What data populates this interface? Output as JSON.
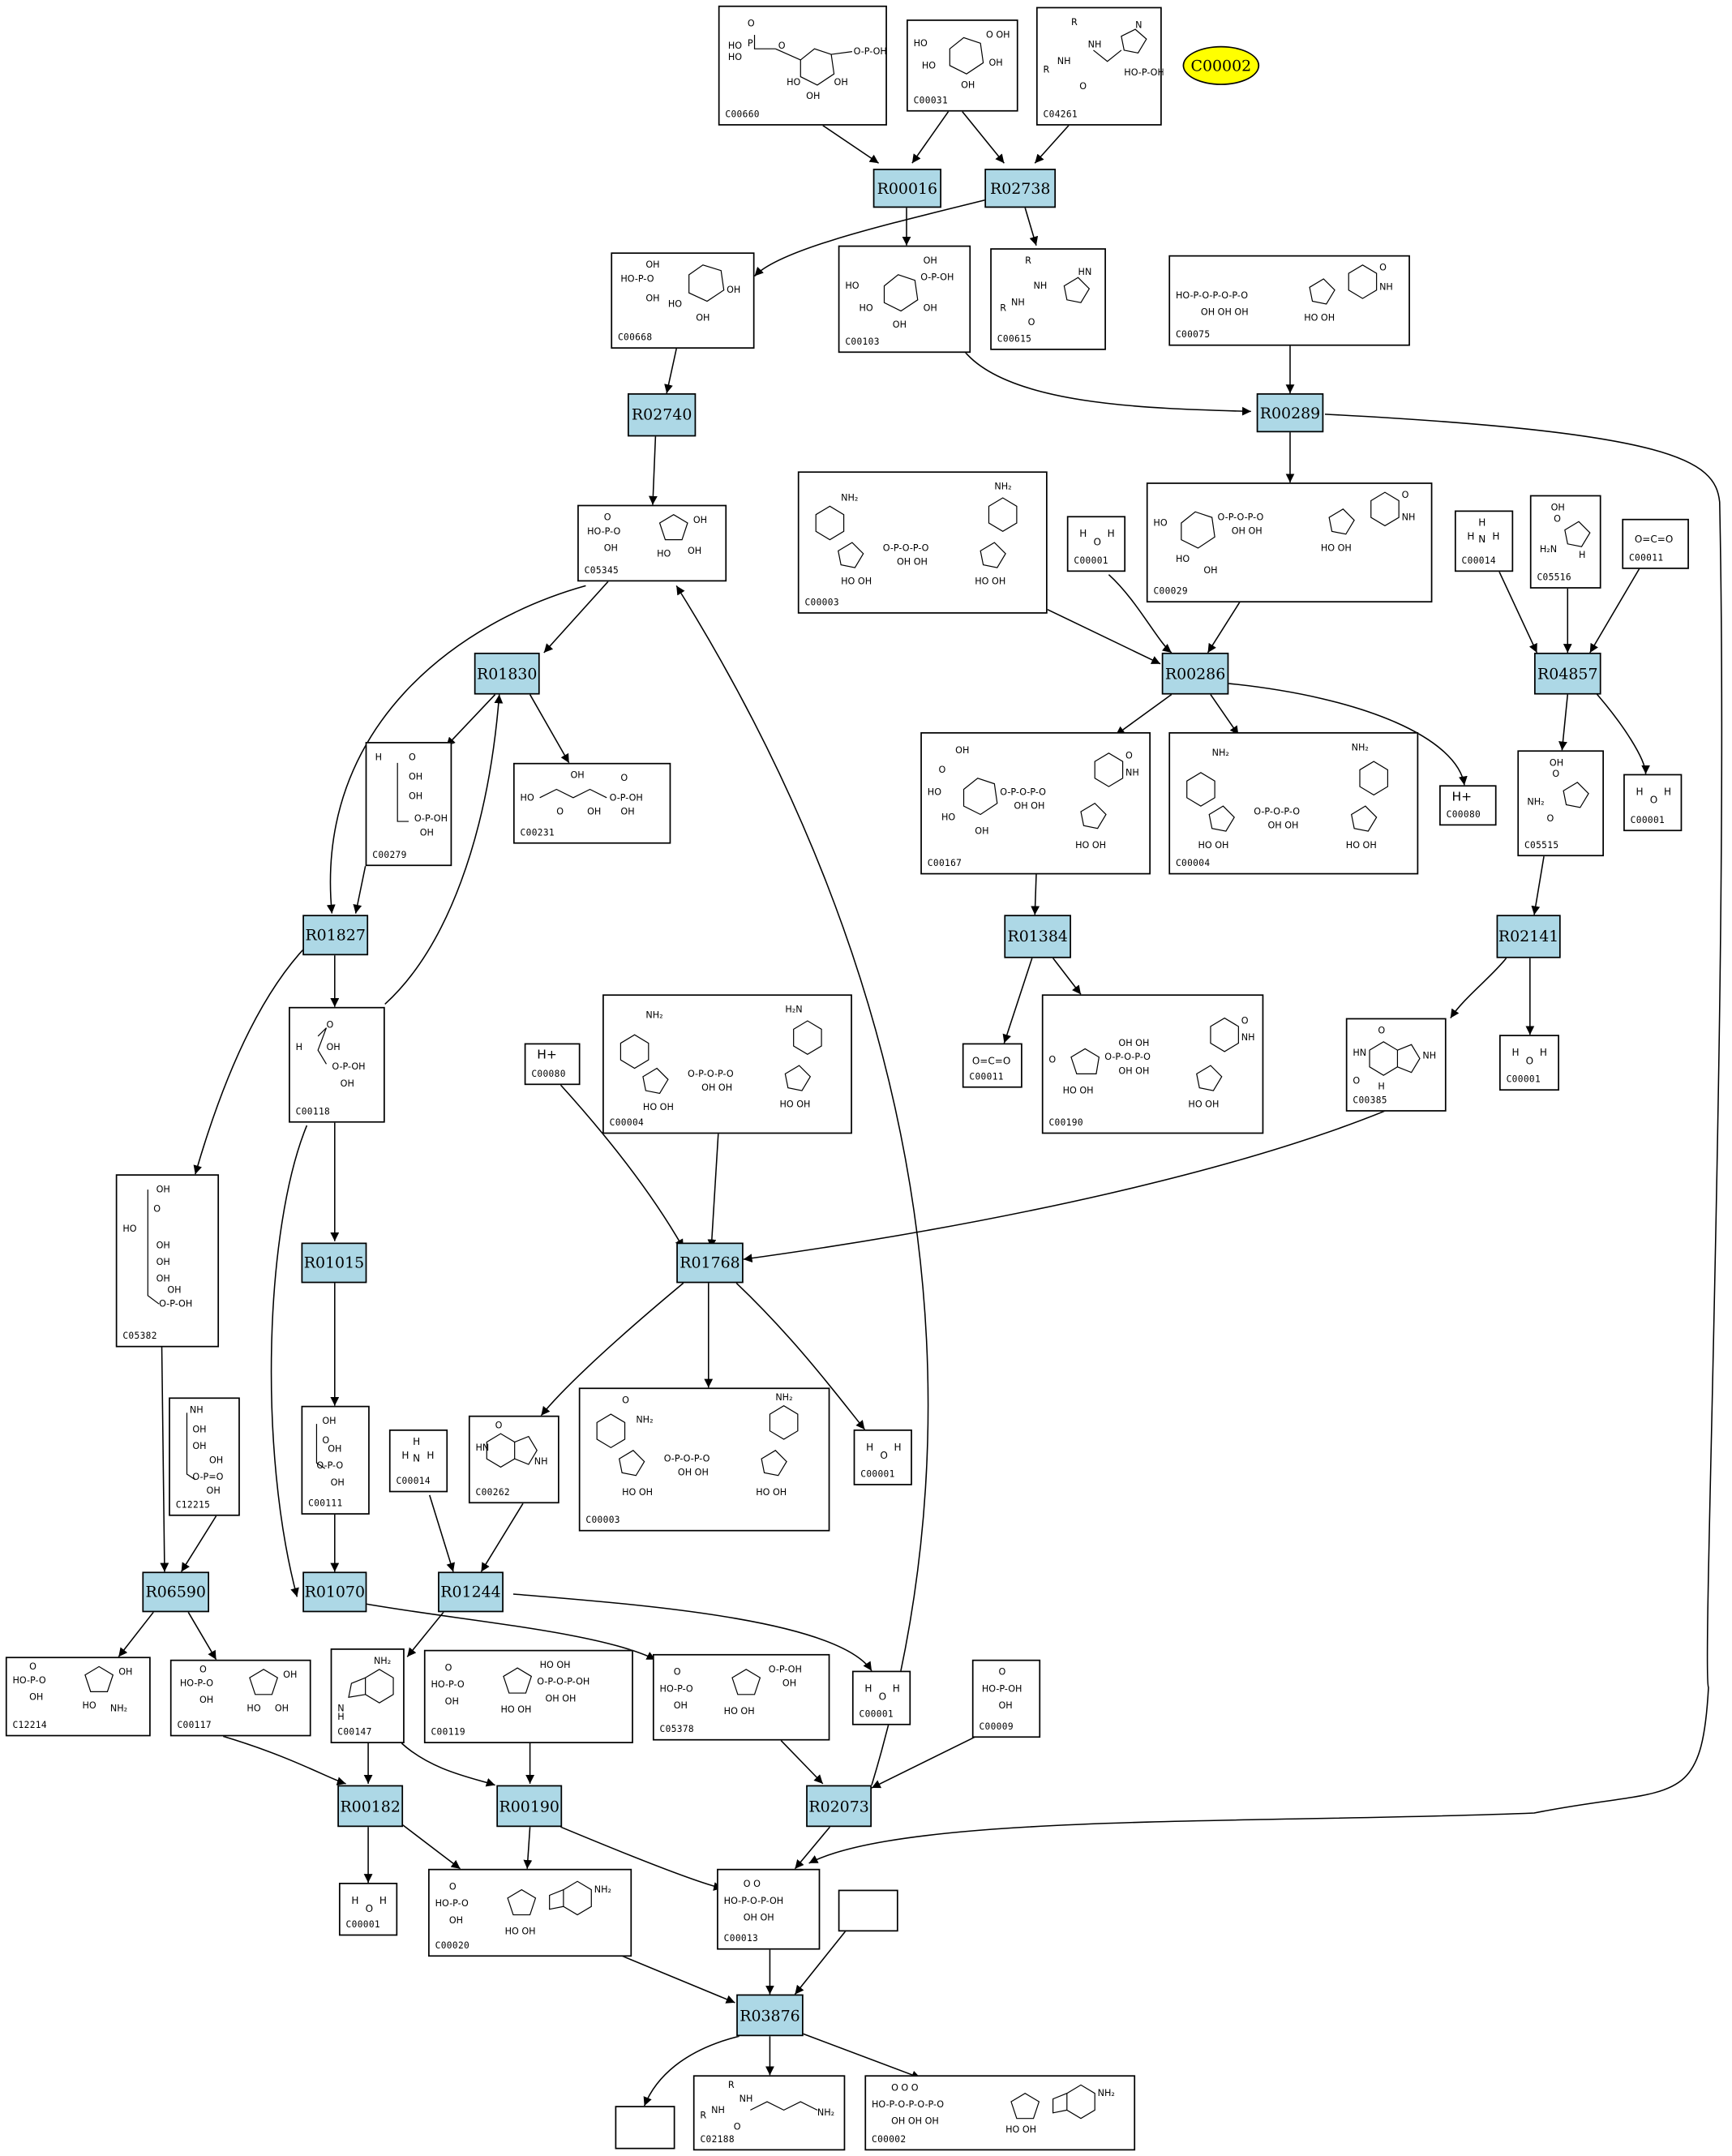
{
  "highlight": {
    "label": "C00002",
    "color": "#ffff00"
  },
  "reaction_color": "#add8e6",
  "reactions": [
    "R00016",
    "R02738",
    "R02740",
    "R00289",
    "R01830",
    "R00286",
    "R04857",
    "R01827",
    "R01384",
    "R02141",
    "R01768",
    "R01015",
    "R06590",
    "R01070",
    "R01244",
    "R00182",
    "R00190",
    "R02073",
    "R03876"
  ],
  "compounds": {
    "C00660": "C00660",
    "C00031": "C00031",
    "C04261": "C04261",
    "C00668": "C00668",
    "C00103": "C00103",
    "C00615": "C00615",
    "C00075": "C00075",
    "C05345": "C05345",
    "C00003a": "C00003",
    "C00001a": "C00001",
    "C00029": "C00029",
    "C00014a": "C00014",
    "C05516": "C05516",
    "C00011a": "C00011",
    "C00279": "C00279",
    "C00231": "C00231",
    "C00167": "C00167",
    "C00004a": "C00004",
    "C00080a": "C00080",
    "C05515": "C05515",
    "C00001b": "C00001",
    "C00118": "C00118",
    "C00080b": "C00080",
    "C00004b": "C00004",
    "C00011b": "C00011",
    "C00190": "C00190",
    "C00385": "C00385",
    "C00001c": "C00001",
    "C05382": "C05382",
    "C00111": "C00111",
    "C00014b": "C00014",
    "C00262": "C00262",
    "C00003b": "C00003",
    "C00001d": "C00001",
    "C12215": "C12215",
    "C12214": "C12214",
    "C00117": "C00117",
    "C00147": "C00147",
    "C00119": "C00119",
    "C05378": "C05378",
    "C00001e": "C00001",
    "C00009": "C00009",
    "C00001f": "C00001",
    "C00020": "C00020",
    "C00013": "C00013",
    "C02188": "C02188",
    "C00002": "C00002"
  },
  "formula_labels": {
    "h2o": "H2O",
    "nh3": "NH3",
    "co2": "O=C=O",
    "hplus": "H+"
  }
}
